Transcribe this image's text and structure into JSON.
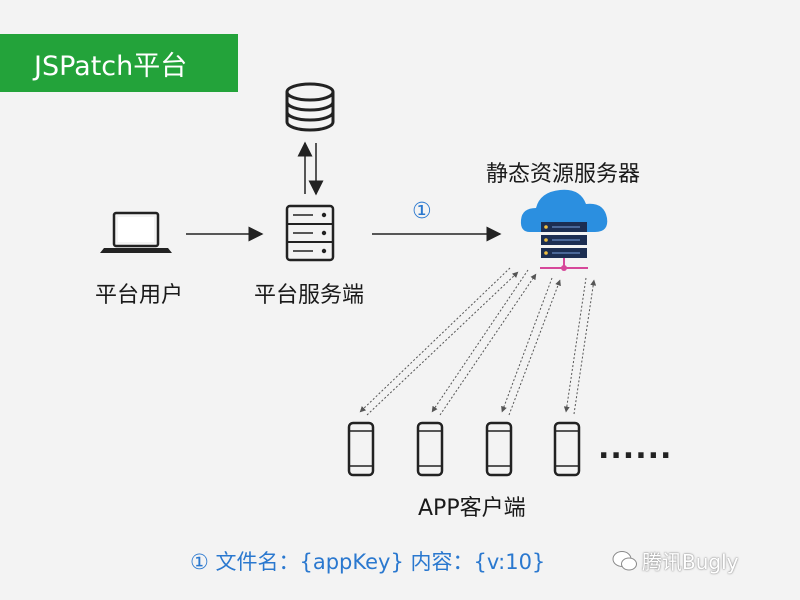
{
  "title": "JSPatch平台",
  "nodes": {
    "platform_user": "平台用户",
    "platform_server": "平台服务端",
    "static_server": "静态资源服务器",
    "app_clients": "APP客户端"
  },
  "step_marker": "①",
  "note": "①  文件名：{appKey}  内容：{v:10}",
  "watermark": "腾讯Bugly",
  "ellipsis": "......",
  "colors": {
    "title_bg": "#23a33a",
    "accent_blue": "#2a78cf",
    "cloud_blue": "#2b8fe0",
    "server_pink": "#d6489a"
  },
  "icons": [
    "laptop-icon",
    "database-icon",
    "server-icon",
    "cloud-server-icon",
    "phone-icon",
    "wechat-icon"
  ]
}
